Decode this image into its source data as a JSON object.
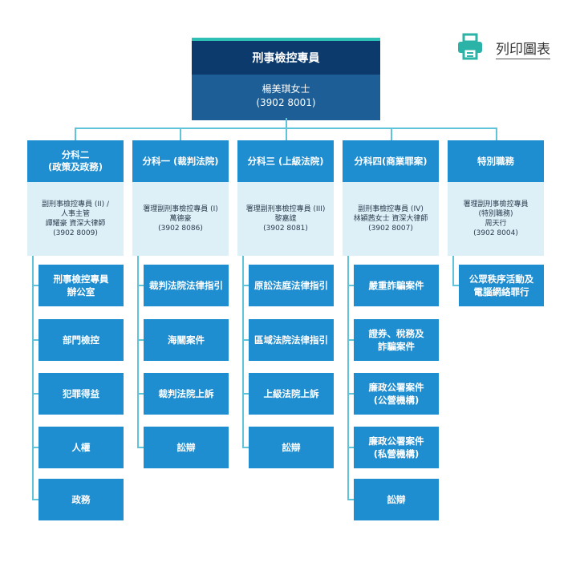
{
  "print": {
    "label": "列印圖表",
    "icon": "printer-icon"
  },
  "head": {
    "title": "刑事檢控專員",
    "name": "楊美琪女士",
    "phone": "(3902 8001)"
  },
  "columns": [
    {
      "title": "分科二\n(政策及政務)",
      "desc": "副刑事檢控專員 (II) /\n人事主管\n譚耀豪 資深大律師\n(3902 8009)",
      "items": [
        "刑事檢控專員\n辦公室",
        "部門檢控",
        "犯罪得益",
        "人權",
        "政務"
      ]
    },
    {
      "title": "分科一 (裁判法院)",
      "desc": "署理副刑事檢控專員 (I)\n萬德豪\n(3902 8086)",
      "items": [
        "裁判法院法律指引",
        "海關案件",
        "裁判法院上訴",
        "訟辯"
      ]
    },
    {
      "title": "分科三 (上級法院)",
      "desc": "署理副刑事檢控專員 (III)\n黎嘉誼\n(3902 8081)",
      "items": [
        "原訟法庭法律指引",
        "區域法院法律指引",
        "上級法院上訴",
        "訟辯"
      ]
    },
    {
      "title": "分科四(商業罪案)",
      "desc": "副刑事檢控專員 (IV)\n林穎茜女士 資深大律師\n(3902 8007)",
      "items": [
        "嚴重詐騙案件",
        "證券、稅務及\n詐騙案件",
        "廉政公署案件\n(公營機構)",
        "廉政公署案件\n(私營機構)",
        "訟辯"
      ]
    },
    {
      "title": "特別職務",
      "desc": "署理副刑事檢控專員\n(特別職務)\n周天行\n(3902 8004)",
      "items": [
        "公眾秩序活動及\n電腦網絡罪行"
      ]
    }
  ],
  "colors": {
    "head": "#0d3a6c",
    "head_sub": "#1c5e95",
    "box": "#1f8ed1",
    "desc": "#ddeff7",
    "line": "#5fc4d9",
    "accent": "#2ec0b4"
  }
}
